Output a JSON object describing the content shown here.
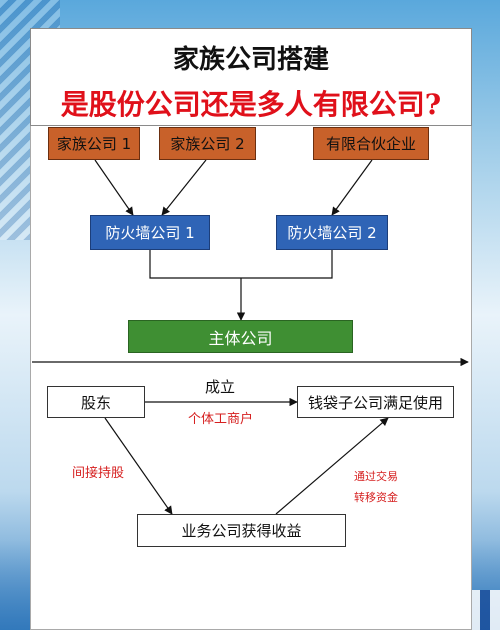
{
  "title": {
    "line1": "家族公司搭建",
    "line2": "是股份公司还是多人有限公司?"
  },
  "top_boxes": {
    "family1": "家族公司 1",
    "family2": "家族公司 2",
    "partnership": "有限合伙企业"
  },
  "firewall": {
    "left": "防火墙公司 1",
    "right": "防火墙公司 2"
  },
  "main_company": "主体公司",
  "lower": {
    "shareholder": "股东",
    "established": "成立",
    "sole_proprietor": "个体工商户",
    "wallet_company": "钱袋子公司满足使用",
    "indirect_holding": "间接持股",
    "via_trade_line1": "通过交易",
    "via_trade_line2": "转移资金",
    "business_company": "业务公司获得收益"
  },
  "colors": {
    "orange": "#c8612a",
    "blue": "#2f64b6",
    "green": "#3f8f33",
    "title_red": "#e0101a",
    "label_red": "#d62020"
  }
}
